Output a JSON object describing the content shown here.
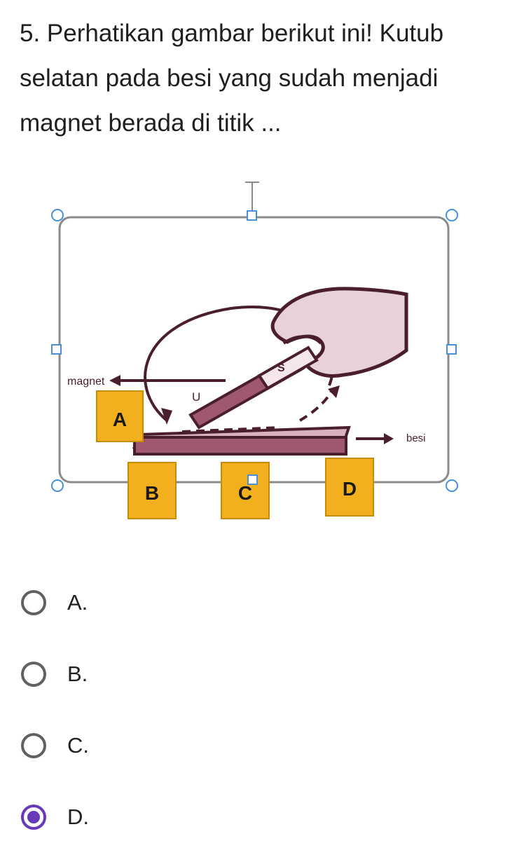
{
  "question": {
    "text": "5. Perhatikan gambar berikut ini! Kutub selatan pada besi yang sudah menjadi magnet berada di titik ..."
  },
  "figure": {
    "labels": {
      "magnet": "magnet",
      "besi": "besi",
      "u": "U",
      "s": "S"
    },
    "points": [
      "A",
      "B",
      "C",
      "D"
    ],
    "colors": {
      "bar": "#a0586e",
      "outline": "#4a1f2b",
      "label_box": "#f2b01e",
      "frame": "#8a8a8a",
      "handle": "#4a90d9"
    }
  },
  "options": [
    {
      "label": "A.",
      "checked": false
    },
    {
      "label": "B.",
      "checked": false
    },
    {
      "label": "C.",
      "checked": false
    },
    {
      "label": "D.",
      "checked": true
    }
  ],
  "accent_color": "#673ab7"
}
